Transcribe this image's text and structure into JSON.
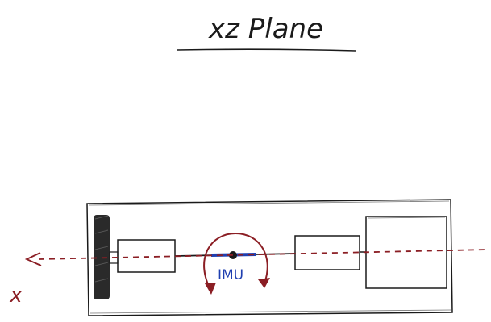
{
  "title": "xz Plane",
  "imu_label": "IMU",
  "axis_label": "x",
  "colors": {
    "ink": "#1a1a1a",
    "axis": "#8b1e24",
    "imu_line": "#1f3fb0",
    "imu_text": "#1f3fb0",
    "wheel": "#2a2a2a"
  }
}
